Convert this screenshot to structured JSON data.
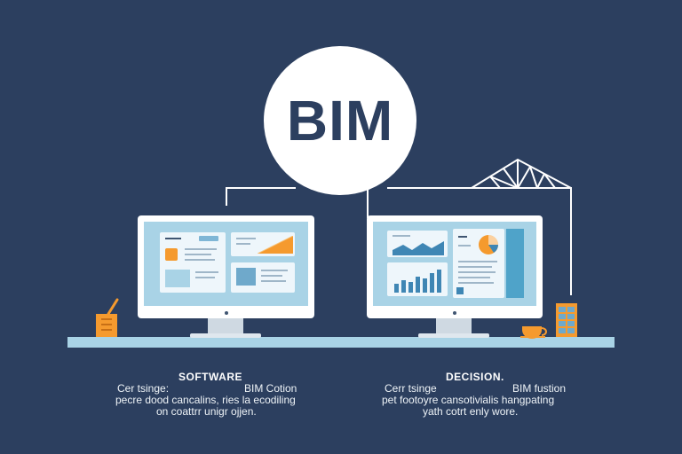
{
  "hero": {
    "title": "BIM"
  },
  "left_panel": {
    "title": "SOFTWARE",
    "lines": [
      "Cer tsinge:",
      "BIM Cotion",
      "pecre dood cancalins, ries la ecodiling",
      "on coattrr unigr ojjen."
    ]
  },
  "right_panel": {
    "title": "DECISION.",
    "lines": [
      "Cerr tsinge",
      "BIM fustion",
      "pet footoyre cansotivialis hangpating",
      "yath cotrt enly wore."
    ]
  },
  "colors": {
    "background": "#2c3f5f",
    "screen": "#a9d3e6",
    "accent_orange": "#f59a2e",
    "chart_blue": "#3f86b4",
    "desk": "#a9d3e6"
  },
  "icons": [
    "pencil-cup-icon",
    "coffee-cup-icon",
    "building-icon",
    "roof-truss-icon"
  ]
}
